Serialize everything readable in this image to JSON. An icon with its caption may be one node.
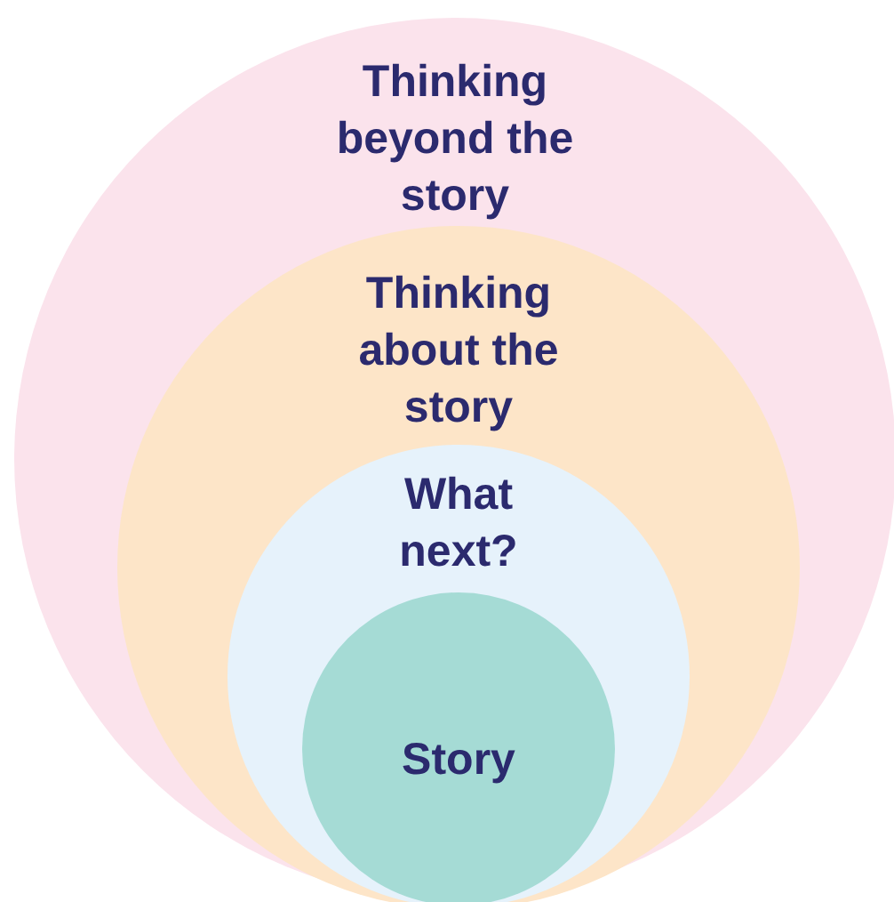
{
  "diagram": {
    "nodes": [
      {
        "text": [
          "Thinking beyond the story"
        ]
      },
      {
        "text": [
          "Thinking about the story"
        ],
        "in": 0
      },
      {
        "text": [
          "What next?"
        ],
        "in": 1
      },
      {
        "text": [
          "Story"
        ],
        "in": 2
      }
    ]
  }
}
